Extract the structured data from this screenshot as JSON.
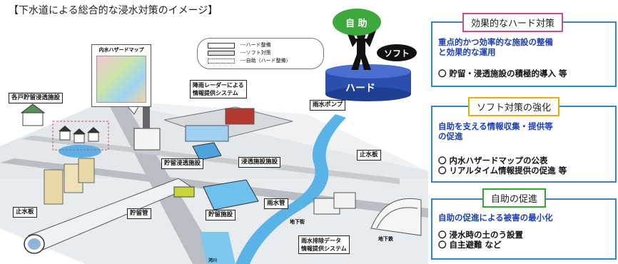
{
  "title": "【下水道による総合的な浸水対策のイメージ】",
  "figure": {
    "self_help_label": "自 助",
    "soft_label": "ソフト",
    "hard_label": "ハード",
    "hazard_map_title": "内水ハザードマップ",
    "legend": {
      "hard": "---ハード整備",
      "soft": "---ソフト対策",
      "self": "---自助（ハード整備）"
    },
    "labels": {
      "household_storage": "各戸貯留浸透施設",
      "radar_system": "降雨レーダーによる\n情報提供システム",
      "rain_pump": "雨水ポンプ",
      "storage_infiltration": "貯留浸透施設",
      "infiltration_facility": "浸透施設施設",
      "storage_pipe": "貯留管",
      "storage_facility": "貯留施設",
      "rain_pipe": "雨水管",
      "water_stop_left": "止水板",
      "water_stop_right": "止水板",
      "rain_data_system": "雨水排除データ\n情報提供システム",
      "underground_left": "地下街",
      "underground_right": "地下鉄",
      "bottom_small": "河川"
    }
  },
  "panels": [
    {
      "title": "効果的なハード対策",
      "text": "重点的かつ効率的な施設の整備\nと効果的な運用",
      "items": [
        "〇 貯留・浸透施設の積極的導入 等"
      ]
    },
    {
      "title": "ソフト対策の強化",
      "text": "自助を支える情報収集・提供等\nの促進",
      "items": [
        "〇 内水ハザードマップの公表",
        "〇 リアルタイム情報提供の促進 等"
      ]
    },
    {
      "title": "自助の促進",
      "text": "自助の促進による被害の最小化",
      "items": [
        "〇 浸水時の土のう設置",
        "〇 自主避難 など"
      ]
    }
  ],
  "colors": {
    "panel_border": "#2f86c9",
    "panel1_title_border": "#d14a8a",
    "panel2_title_border": "#e2b100",
    "panel3_title_border": "#3aa335",
    "panel_text": "#1a3fb8",
    "self_help_circle": "#3da83b",
    "hard_cylinder": "#2a4fae"
  }
}
